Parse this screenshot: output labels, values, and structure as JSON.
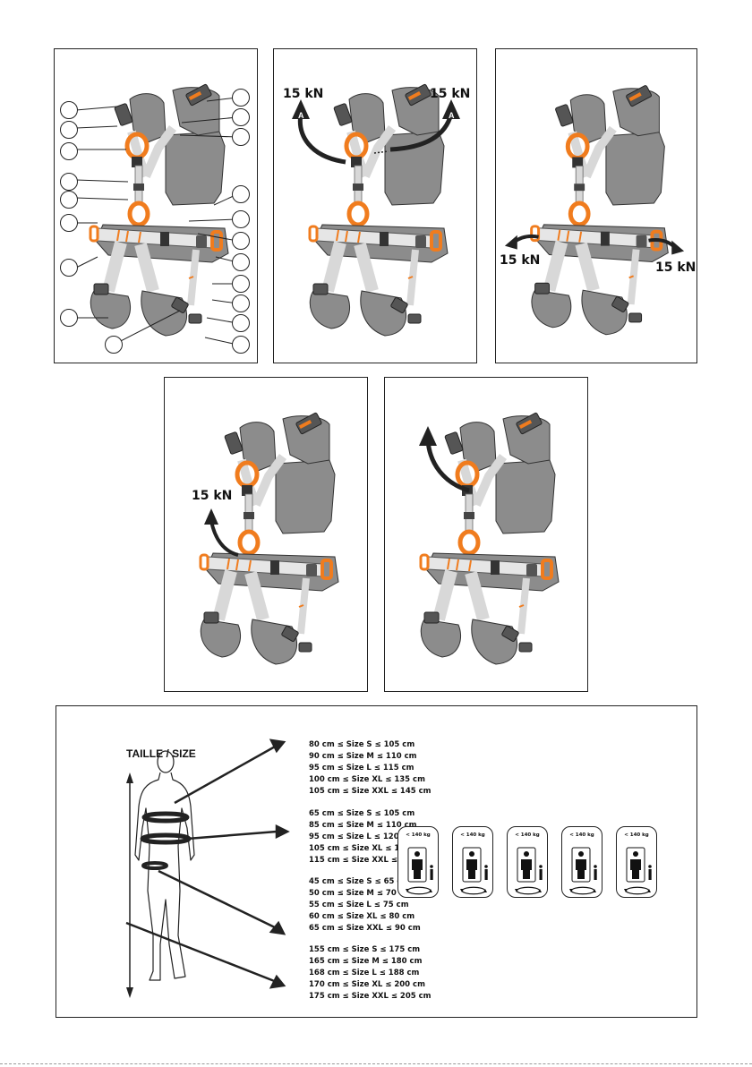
{
  "panels": {
    "p2": {
      "left_label": "15 kN",
      "right_label": "15 kN"
    },
    "p3": {
      "left_label": "15 kN",
      "right_label": "15 kN"
    },
    "p4": {
      "label": "15 kN"
    }
  },
  "size_chart": {
    "title": "TAILLE / SIZE",
    "groups": [
      [
        "80 cm ≤ Size S ≤ 105 cm",
        "90 cm ≤ Size M ≤ 110 cm",
        "95 cm ≤ Size L ≤ 115 cm",
        "100 cm ≤ Size XL ≤ 135 cm",
        "105 cm ≤ Size XXL ≤ 145 cm"
      ],
      [
        "65 cm ≤ Size S ≤ 105 cm",
        "85 cm ≤ Size M ≤ 110 cm",
        "95 cm ≤ Size L ≤ 120 cm",
        "105 cm ≤ Size XL ≤ 130 cm",
        "115 cm ≤ Size XXL ≤ 135 cm"
      ],
      [
        "45 cm ≤ Size S ≤ 65 cm",
        "50 cm ≤ Size M ≤ 70 cm",
        "55 cm ≤ Size L ≤ 75 cm",
        "60 cm ≤ Size XL ≤ 80 cm",
        "65 cm ≤ Size XXL ≤ 90 cm"
      ],
      [
        "155 cm ≤ Size S ≤ 175 cm",
        "165 cm ≤ Size M ≤ 180 cm",
        "168 cm ≤ Size L ≤ 188 cm",
        "170 cm ≤ Size XL ≤ 200 cm",
        "175 cm ≤ Size XXL ≤ 205 cm"
      ]
    ],
    "weight_labels": [
      "< 140 kg",
      "< 140 kg",
      "< 140 kg",
      "< 140 kg",
      "< 140 kg"
    ]
  },
  "colors": {
    "accent": "#f07c1e",
    "strap": "#e6e6e6",
    "pad": "#8c8c8c",
    "ink": "#222222"
  }
}
